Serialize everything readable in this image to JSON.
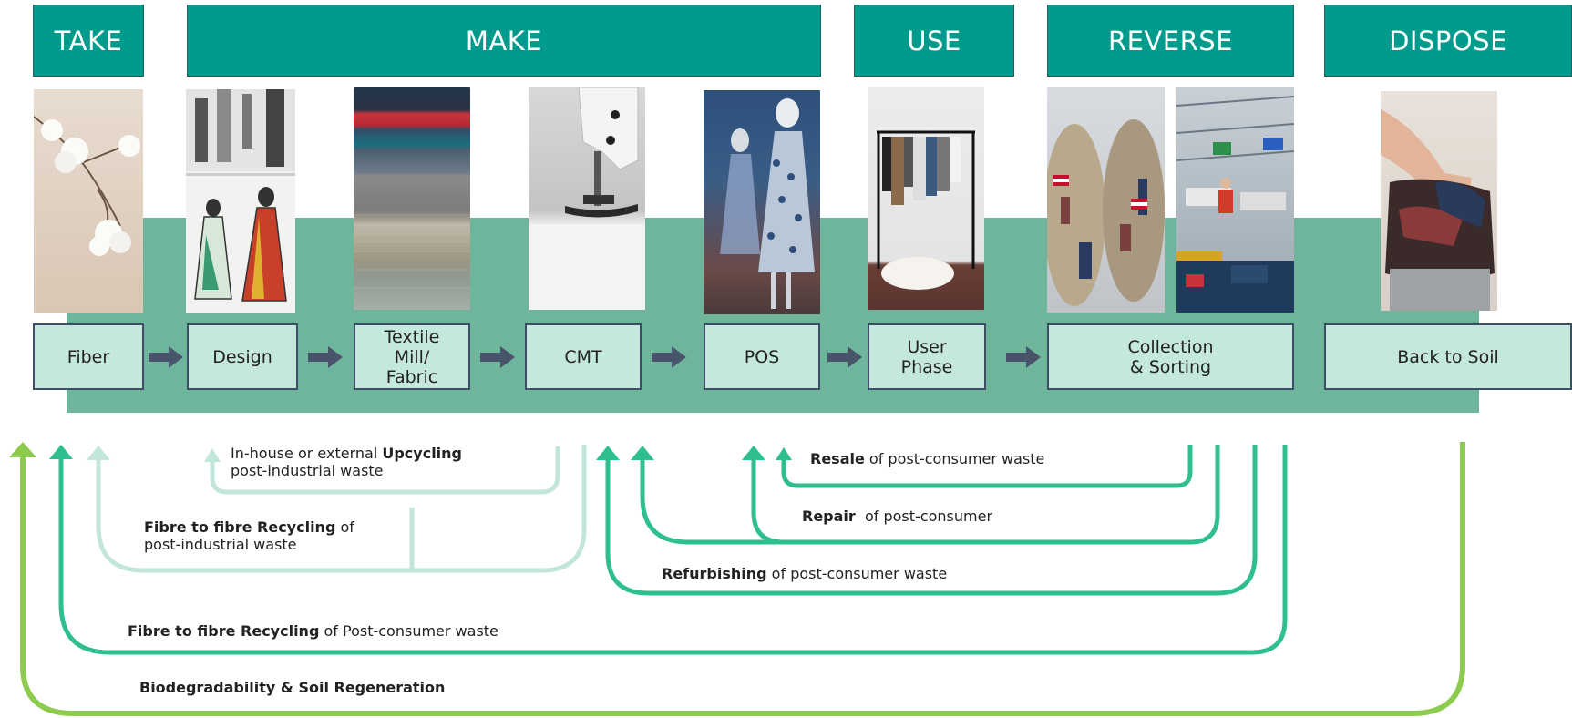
{
  "stages": {
    "take": "TAKE",
    "make": "MAKE",
    "use": "USE",
    "reverse": "REVERSE",
    "dispose": "DISPOSE"
  },
  "steps": {
    "fiber": "Fiber",
    "design": "Design",
    "textile": "Textile\nMill/\nFabric",
    "cmt": "CMT",
    "pos": "POS",
    "user": "User\nPhase",
    "collection": "Collection\n& Sorting",
    "soil": "Back to Soil"
  },
  "photos": {
    "fiber": "cotton-flower-photo",
    "design": "fashion-sketch-photo",
    "textile": "fabric-swatches-photo",
    "cmt": "sewing-machine-photo",
    "pos": "mannequin-shop-window-photo",
    "user": "clothing-rack-photo",
    "collection_bags": "used-clothing-bags-photo",
    "collection_facility": "sorting-facility-photo",
    "soil": "hands-with-clothes-photo"
  },
  "flows": {
    "upcycling": {
      "pre": "In-house or external ",
      "bold": "Upcycling",
      "post": "",
      "line2": "post-industrial waste"
    },
    "f2f_industrial": {
      "bold": "Fibre to fibre Recycling",
      "post": " of",
      "line2": "post-industrial waste"
    },
    "resale": {
      "bold": "Resale",
      "post": " of post-consumer waste"
    },
    "repair": {
      "bold": "Repair",
      "post": "  of post-consumer"
    },
    "refurbishing": {
      "bold": "Refurbishing",
      "post": " of post-consumer waste"
    },
    "f2f_consumer": {
      "bold": "Fibre to fibre Recycling",
      "post": " of Post-consumer waste"
    },
    "biodegradability": {
      "bold": "Biodegradability & Soil Regeneration"
    }
  },
  "colors": {
    "header": "#009B8C",
    "band": "#6FB59C",
    "step_box": "#C5E8DC",
    "arrow": "#48546A",
    "industrial_flow": "#C2E6D9",
    "consumer_flow": "#2EBE8F",
    "soil_flow": "#8CCB4E"
  }
}
